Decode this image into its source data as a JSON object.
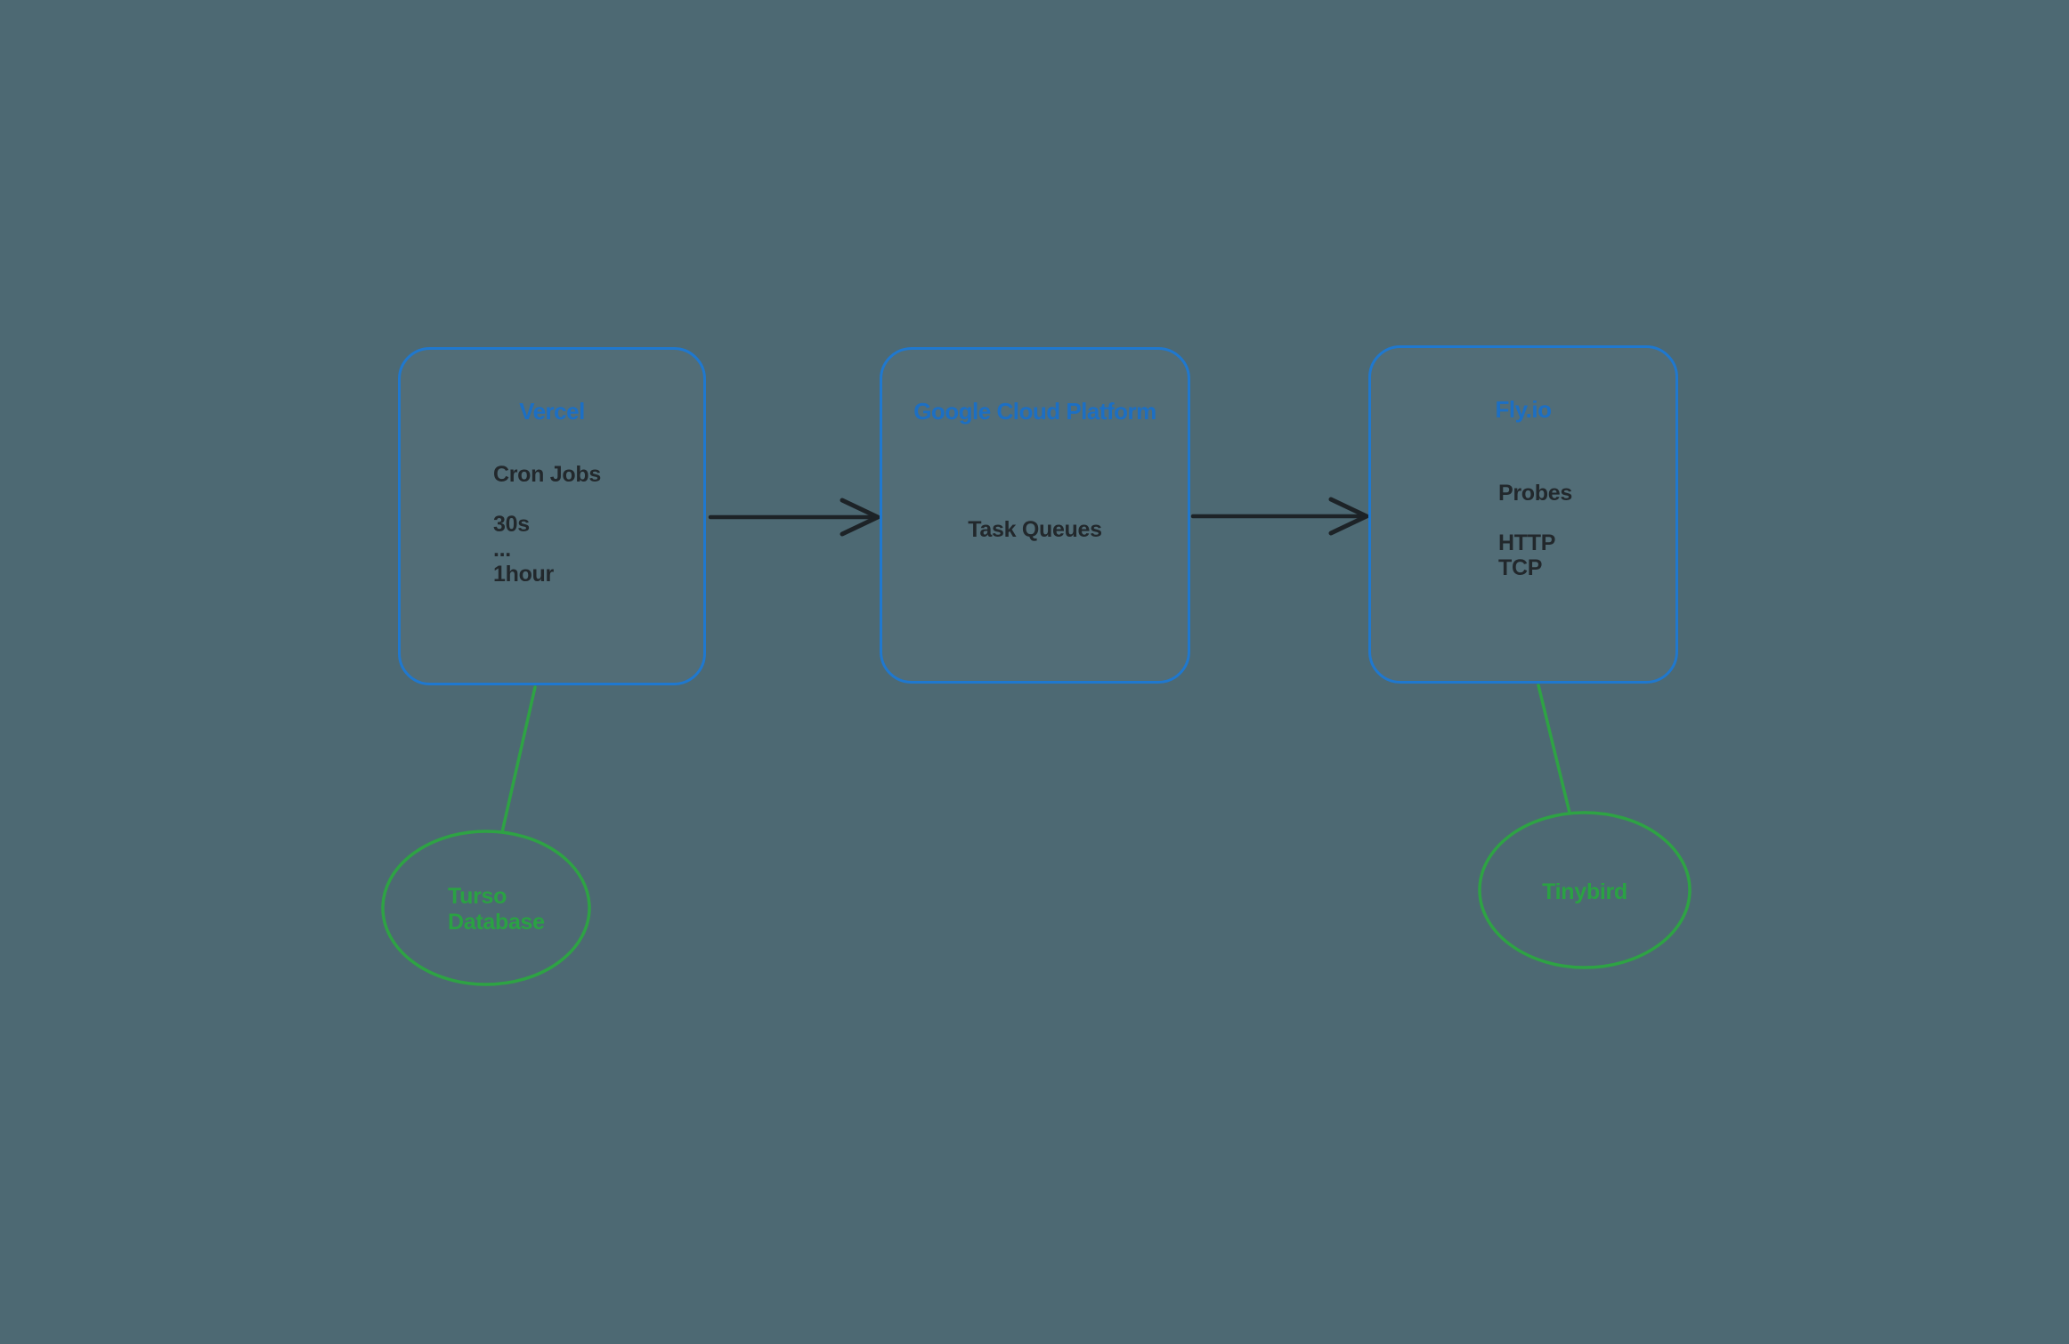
{
  "canvas": {
    "background_color": "#4d6973"
  },
  "palette": {
    "node_border_blue": "#1f78cf",
    "node_title_blue": "#1c6fc4",
    "body_text_dark": "#22282c",
    "green": "#2ea344",
    "arrow_black": "#1d2327"
  },
  "nodes": {
    "vercel": {
      "title": "Vercel",
      "body": "Cron Jobs\n\n30s\n...\n1hour"
    },
    "gcp": {
      "title": "Google Cloud Platform",
      "body": "Task Queues"
    },
    "flyio": {
      "title": "Fly.io",
      "body": "Probes\n\nHTTP\nTCP"
    },
    "turso": {
      "label": "Turso\nDatabase"
    },
    "tinybird": {
      "label": "Tinybird"
    }
  },
  "connectors": {
    "vercel_to_gcp": "arrow-right",
    "gcp_to_flyio": "arrow-right",
    "vercel_to_turso": "line",
    "flyio_to_tinybird": "line"
  }
}
